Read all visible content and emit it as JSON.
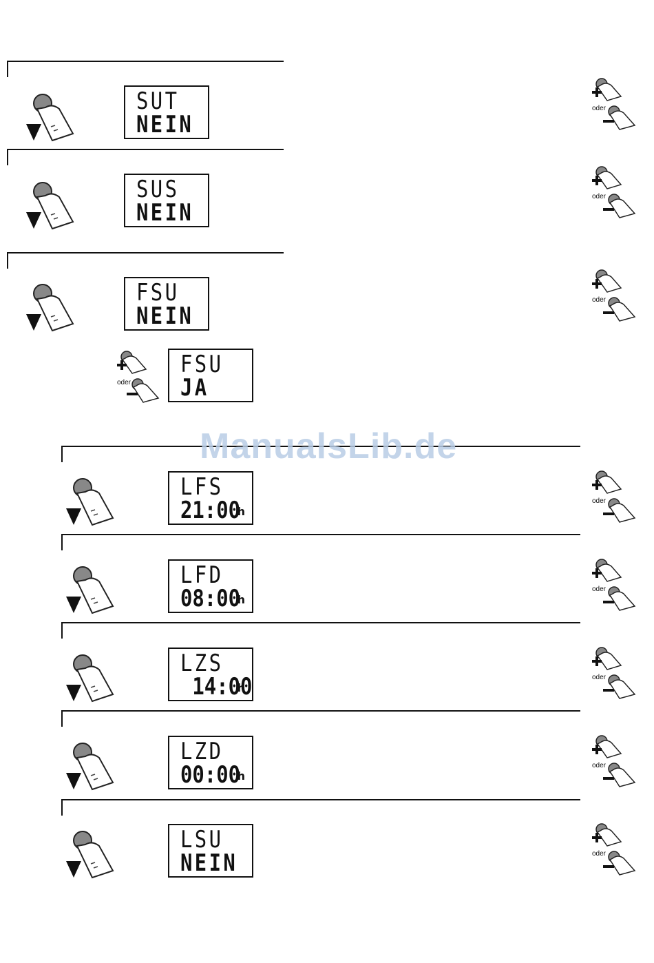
{
  "watermark": "ManualsLib.de",
  "oder_label": "oder",
  "unit_label": "h",
  "icons": {
    "down_press": "finger-press-down-arrow-icon",
    "plus_press": "finger-press-plus-icon",
    "minus_press": "finger-press-minus-icon"
  },
  "displays": [
    {
      "line1": "SUT",
      "line2": "NEIN"
    },
    {
      "line1": "SUS",
      "line2": "NEIN"
    },
    {
      "line1": "FSU",
      "line2": "NEIN"
    },
    {
      "line1": "FSU",
      "line2": "JA"
    },
    {
      "line1": "LFS",
      "line2": "21:00"
    },
    {
      "line1": "LFD",
      "line2": "08:00"
    },
    {
      "line1": "LZS",
      "line2": " 14:00"
    },
    {
      "line1": "LZD",
      "line2": "00:00"
    },
    {
      "line1": "LSU",
      "line2": "NEIN"
    }
  ]
}
